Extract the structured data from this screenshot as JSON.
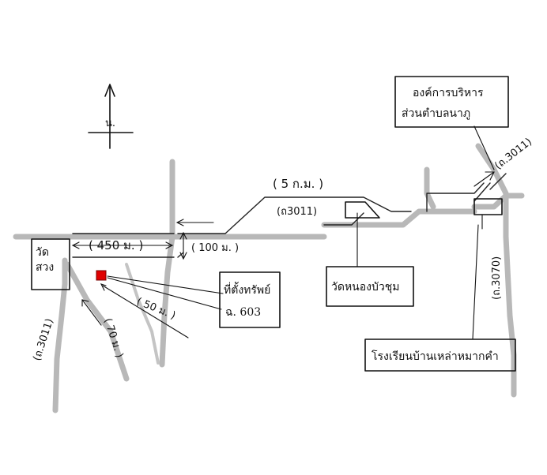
{
  "north": {
    "label": "น."
  },
  "labels": {
    "dist_5km": "( 5 ก.ม. )",
    "road_3011_top": "(ถ3011)",
    "road_3011_right": "(ถ.3011)",
    "road_3070": "(ถ.3070)",
    "road_3011_left": "(ถ.3011)",
    "dist_450m": "( 450 ม. )",
    "dist_100m": "( 100 ม. )",
    "dist_50m": "( 50 ม. )",
    "dist_70m": "( 70 ม. )"
  },
  "boxes": {
    "temple_left": {
      "line1": "วัด",
      "line2": "สวง"
    },
    "property": {
      "line1": "ที่ตั้งทรัพย์",
      "line2": "ฉ. 603"
    },
    "temple_center": {
      "text": "วัดหนองบัวชุม"
    },
    "sao": {
      "line1": "องค์การบริหาร",
      "line2": "ส่วนตำบลนาภู"
    },
    "school": {
      "text": "โรงเรียนบ้านเหล่าหมากคำ"
    }
  },
  "colors": {
    "marker": "#e00000",
    "road": "#b8b8b8",
    "ink": "#111111"
  }
}
